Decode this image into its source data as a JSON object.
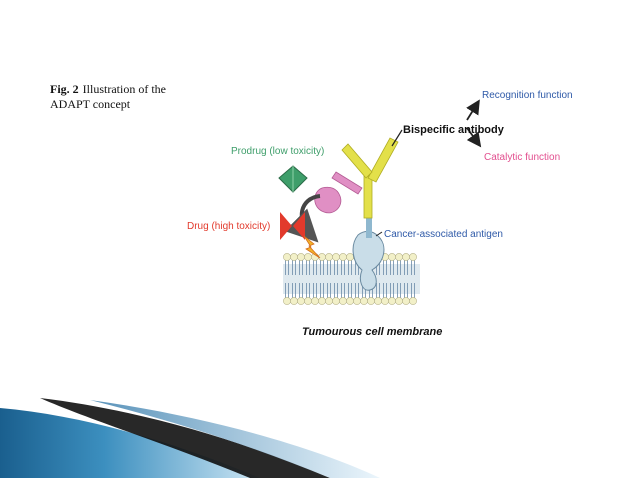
{
  "figure": {
    "caption_label": "Fig. 2",
    "caption_text": "Illustration of the ADAPT concept"
  },
  "diagram": {
    "bispecific_antibody": "Bispecific antibody",
    "recognition_function": "Recognition function",
    "catalytic_function": "Catalytic function",
    "prodrug": "Prodrug (low toxicity)",
    "drug": "Drug  (high toxicity)",
    "antigen": "Cancer-associated antigen",
    "membrane": "Tumourous cell membrane"
  },
  "colors": {
    "prodrug": "#3e9e6a",
    "drug": "#e23a2c",
    "catalytic": "#e24f8f",
    "recognition": "#2f5aa8",
    "antibody": "#e3e04a",
    "antibody_pink": "#e08fc4",
    "antigen": "#c9dde8",
    "lipid_head": "#f2f0c8"
  }
}
